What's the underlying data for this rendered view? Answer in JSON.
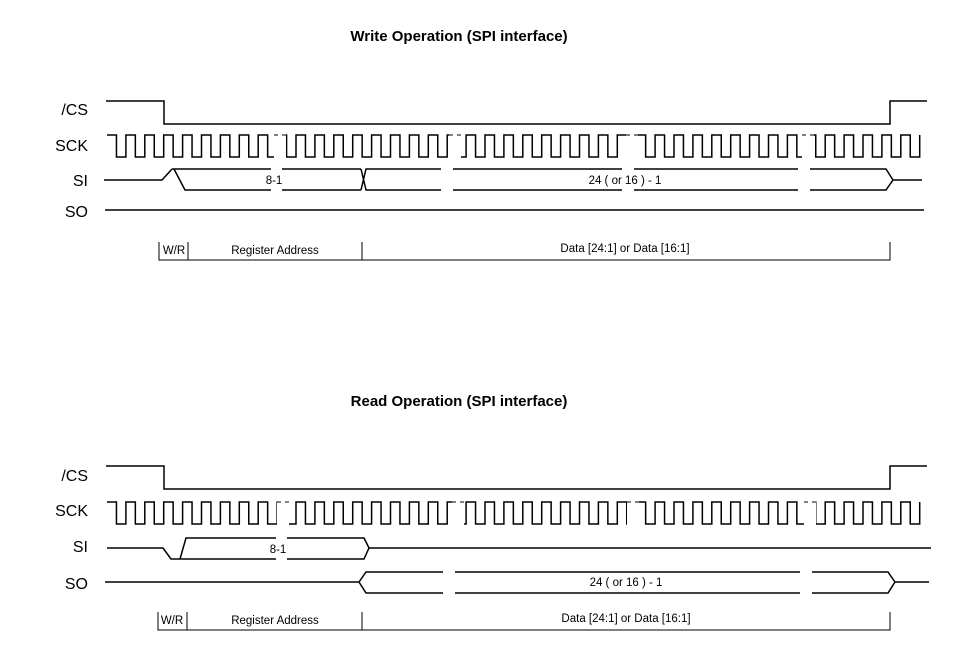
{
  "write": {
    "title": "Write Operation (SPI interface)",
    "signals": {
      "cs": "/CS",
      "sck": "SCK",
      "si": "SI",
      "so": "SO"
    },
    "si_addr_label": "8-1",
    "si_data_label": "24 ( or 16 ) - 1",
    "fields": {
      "wr": "W/R",
      "addr": "Register Address",
      "data": "Data [24:1] or Data [16:1]"
    }
  },
  "read": {
    "title": "Read Operation (SPI interface)",
    "signals": {
      "cs": "/CS",
      "sck": "SCK",
      "si": "SI",
      "so": "SO"
    },
    "si_addr_label": "8-1",
    "so_data_label": "24 ( or 16 ) - 1",
    "fields": {
      "wr": "W/R",
      "addr": "Register Address",
      "data": "Data [24:1] or Data [16:1]"
    }
  }
}
